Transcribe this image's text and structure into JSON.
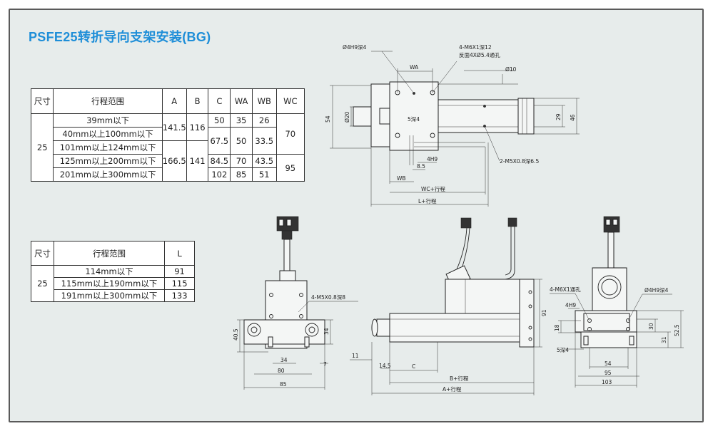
{
  "title": "PSFE25转折导向支架安装(BG)",
  "table1": {
    "headers": [
      "尺寸",
      "行程范围",
      "A",
      "B",
      "C",
      "WA",
      "WB",
      "WC"
    ],
    "size": "25",
    "ranges": [
      "39mm以下",
      "40mm以上100mm以下",
      "101mm以上124mm以下",
      "125mm以上200mm以下",
      "201mm以上300mm以下"
    ],
    "A": [
      "141.5",
      "166.5"
    ],
    "B": [
      "116",
      "141"
    ],
    "C": [
      "50",
      "67.5",
      "84.5",
      "102"
    ],
    "WA": [
      "35",
      "50",
      "70",
      "85"
    ],
    "WB": [
      "26",
      "33.5",
      "43.5",
      "51"
    ],
    "WC": [
      "70",
      "95"
    ]
  },
  "table2": {
    "headers": [
      "尺寸",
      "行程范围",
      "L"
    ],
    "size": "25",
    "ranges": [
      "114mm以下",
      "115mm以上190mm以下",
      "191mm以上300mm以下"
    ],
    "L": [
      "91",
      "115",
      "133"
    ]
  },
  "top_view": {
    "labels": {
      "d4h9": "Ø4H9深4",
      "m6": "4-M6X1深12",
      "m6b": "反面4XØ5.4通孔",
      "wa": "WA",
      "d10": "Ø10",
      "d54": "54",
      "d20": "Ø20",
      "d5": "5深4",
      "d29": "29",
      "d46": "46",
      "h4": "4H9",
      "d85": "8.5",
      "m5": "2-M5X0.8深6.5",
      "wb": "WB",
      "wc": "WC+行程",
      "l": "L+行程"
    }
  },
  "left_view": {
    "labels": {
      "m5": "4-M5X0.8深8",
      "d405": "40.5",
      "d34v": "34",
      "d34": "34",
      "d7": "7",
      "d80": "80",
      "d85": "85"
    }
  },
  "front_view": {
    "labels": {
      "d91": "91",
      "d11": "11",
      "d145": "14.5",
      "c": "C",
      "b": "B+行程",
      "a": "A+行程"
    }
  },
  "right_view": {
    "labels": {
      "m6": "4-M6X1通孔",
      "d4": "Ø4H9深4",
      "h4": "4H9",
      "d18": "18",
      "d5": "5深4",
      "d30": "30",
      "d31": "31",
      "d525": "52.5",
      "d54": "54",
      "d95": "95",
      "d103": "103"
    }
  }
}
